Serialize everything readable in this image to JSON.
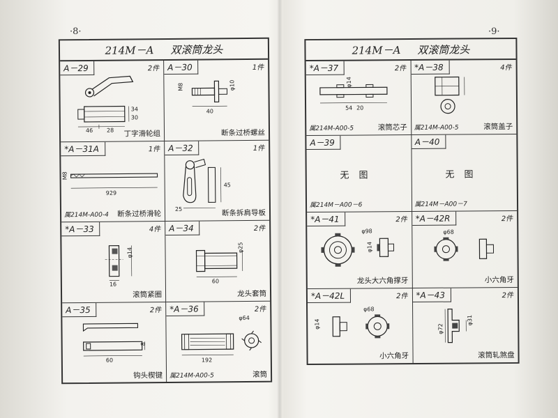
{
  "left_page": {
    "page_number": "·8·",
    "model": "214M－A",
    "assembly": "双滚筒龙头",
    "cells": [
      {
        "code": "A－29",
        "qty": "2件",
        "name": "丁字滑轮组",
        "dims": [
          "46",
          "28",
          "34",
          "30"
        ]
      },
      {
        "code": "A－30",
        "qty": "1件",
        "name": "断条过桥螺丝",
        "dims": [
          "M8",
          "40",
          "φ10"
        ]
      },
      {
        "code": "*A－31A",
        "qty": "1件",
        "name": "断条过桥滑轮",
        "note": "属214M-A00-4",
        "dims": [
          "M8",
          "929"
        ]
      },
      {
        "code": "A－32",
        "qty": "1件",
        "name": "断条拆肩导板",
        "dims": [
          "25",
          "45"
        ]
      },
      {
        "code": "*A－33",
        "qty": "4件",
        "name": "滚筒紧圈",
        "dims": [
          "φ14",
          "16"
        ]
      },
      {
        "code": "A－34",
        "qty": "2件",
        "name": "龙头套筒",
        "dims": [
          "φ25",
          "60"
        ]
      },
      {
        "code": "A－35",
        "qty": "2件",
        "name": "钩头楔键",
        "dims": [
          "60",
          "8"
        ]
      },
      {
        "code": "*A－36",
        "qty": "2件",
        "name": "滚筒",
        "note": "属214M-A00-5",
        "dims": [
          "φ64",
          "192"
        ]
      }
    ]
  },
  "right_page": {
    "page_number": "·9·",
    "model": "214M－A",
    "assembly": "双滚筒龙头",
    "cells": [
      {
        "code": "*A－37",
        "qty": "2件",
        "name": "滚筒芯子",
        "note": "属214M-A00-5",
        "dims": [
          "φ14",
          "54",
          "20"
        ]
      },
      {
        "code": "*A－38",
        "qty": "4件",
        "name": "滚筒盖子",
        "note": "属214M-A00-5"
      },
      {
        "code": "A－39",
        "qty": "",
        "center_text": "无图",
        "note": "属214M－A00－6"
      },
      {
        "code": "A－40",
        "qty": "",
        "center_text": "无图",
        "note": "属214M－A00－7"
      },
      {
        "code": "*A－41",
        "qty": "2件",
        "name": "龙头大六角撑牙",
        "dims": [
          "φ98",
          "φ14"
        ]
      },
      {
        "code": "*A－42R",
        "qty": "2件",
        "name": "小六角牙",
        "dims": [
          "φ68"
        ]
      },
      {
        "code": "*A－42L",
        "qty": "2件",
        "name": "小六角牙",
        "dims": [
          "φ14",
          "φ68"
        ]
      },
      {
        "code": "*A－43",
        "qty": "2件",
        "name": "滚筒轧煞盘",
        "dims": [
          "φ72",
          "φ31"
        ]
      }
    ]
  }
}
